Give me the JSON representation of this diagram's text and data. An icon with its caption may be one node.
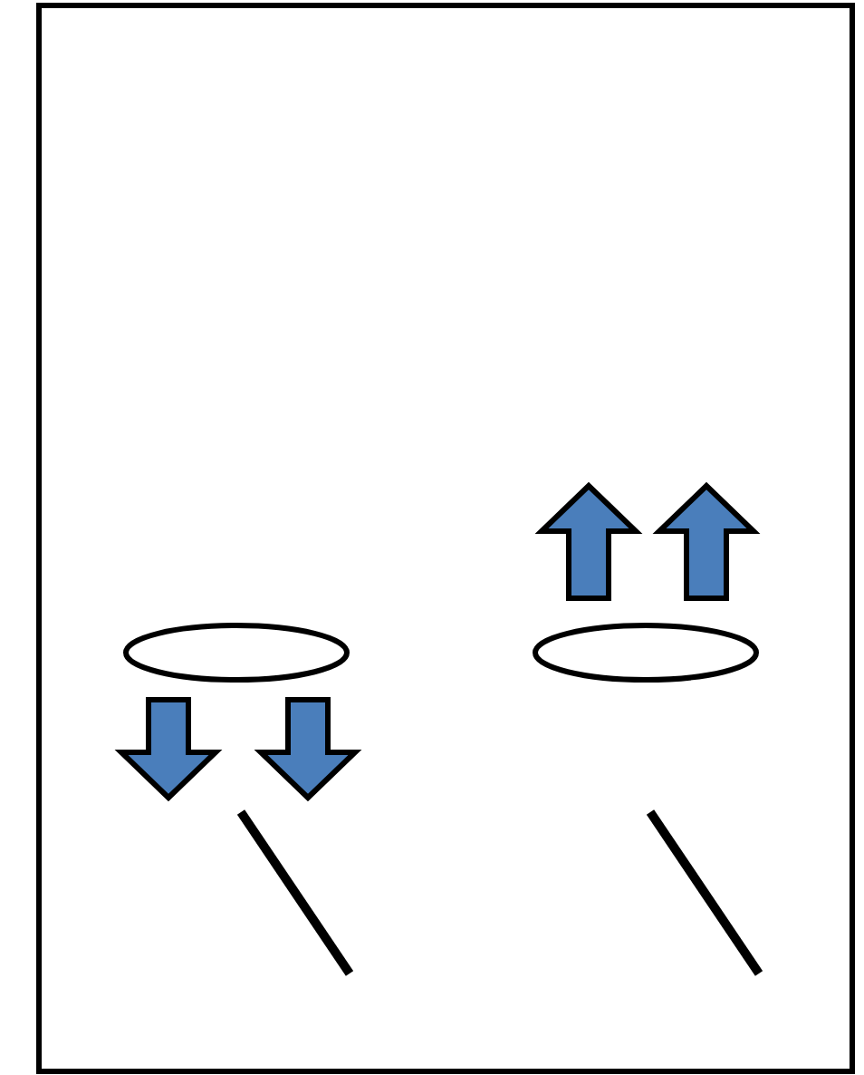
{
  "diagram": {
    "nodes": [
      {
        "text": [],
        "shape": "box"
      },
      {
        "text": [],
        "shape": "ellipse",
        "in": 0
      },
      {
        "text": [],
        "shape": "ellipse",
        "in": 0
      }
    ]
  }
}
